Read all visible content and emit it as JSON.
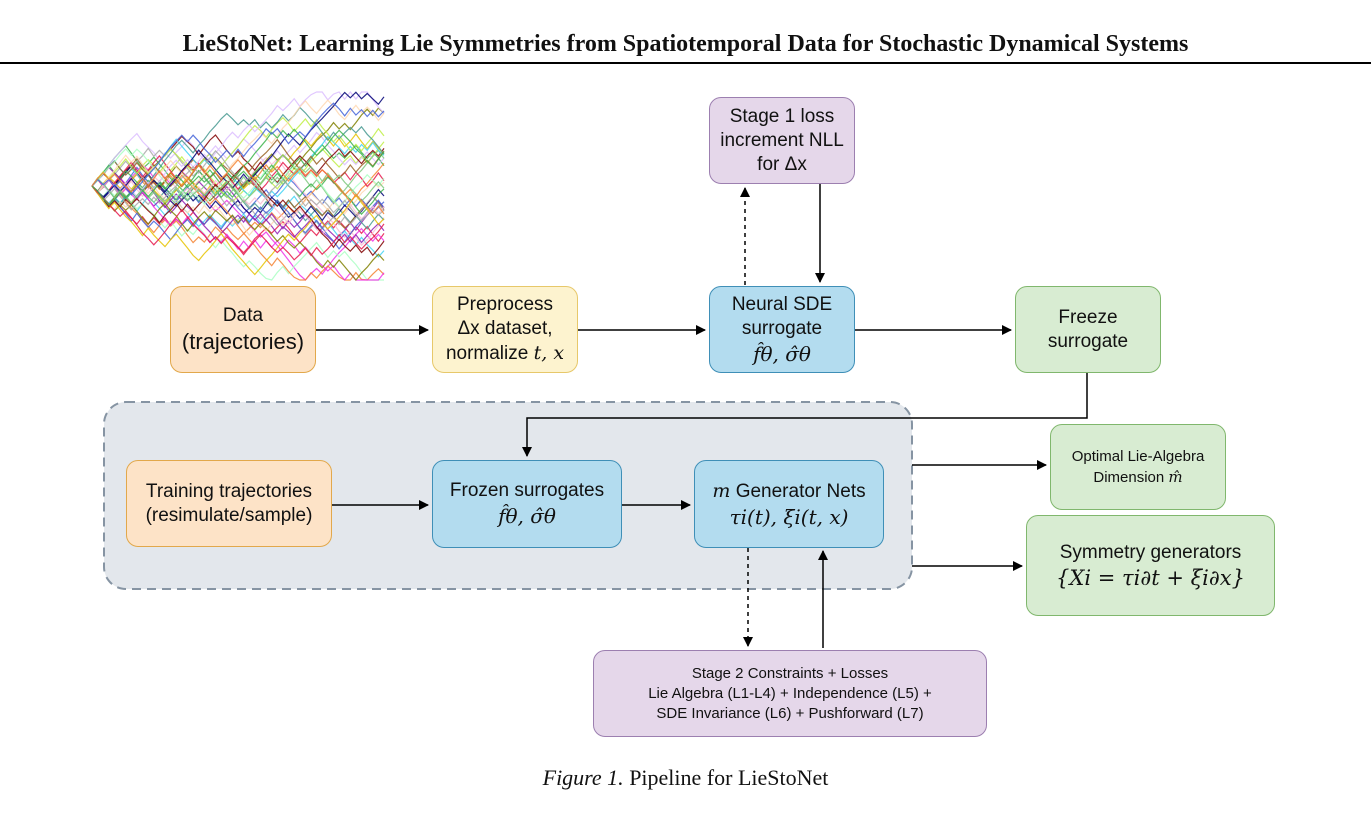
{
  "header": {
    "paper_title": "LieStoNet: Learning Lie Symmetries from Spatiotemporal Data for Stochastic Dynamical Systems"
  },
  "nodes": {
    "data": {
      "line1": "Data",
      "line2": "(trajectories)"
    },
    "preprocess": {
      "line1": "Preprocess",
      "line2": "Δx dataset,",
      "line3_text": "normalize ",
      "line3_math": "t, x"
    },
    "neural_sde": {
      "line1": "Neural SDE",
      "line2": "surrogate",
      "math": "f̂θ, σ̂θ"
    },
    "freeze": {
      "line1": "Freeze",
      "line2": "surrogate"
    },
    "stage1": {
      "line1": "Stage 1 loss",
      "line2": "increment NLL",
      "line3": "for Δx"
    },
    "training": {
      "line1": "Training trajectories",
      "line2": "(resimulate/sample)"
    },
    "frozen": {
      "line1": "Frozen surrogates",
      "math": "f̂θ, σ̂θ"
    },
    "generator": {
      "line1_math": "m",
      "line1_text": " Generator Nets",
      "math": "τi(t), ξi(t, x)"
    },
    "optimal": {
      "line1": "Optimal Lie-Algebra",
      "line2_text": "Dimension ",
      "line2_math": "m̂"
    },
    "symmetry": {
      "line1": "Symmetry generators",
      "math": "{Xi = τi∂t + ξi∂x}"
    },
    "stage2": {
      "line1": "Stage 2 Constraints + Losses",
      "line2": "Lie Algebra (L1-L4) + Independence (L5) +",
      "line3": "SDE Invariance (L6) + Pushforward (L7)"
    }
  },
  "colors": {
    "trajectory_palette": [
      "#e6194b",
      "#3cb44b",
      "#4363d8",
      "#f58231",
      "#911eb4",
      "#42d4f4",
      "#f032e6",
      "#bfef45",
      "#fabed4",
      "#469990",
      "#dcbeff",
      "#9a6324",
      "#800000",
      "#aaffc3",
      "#808000",
      "#ffd8b1",
      "#000075",
      "#a9a9a9",
      "#e6c300",
      "#7fc97f"
    ]
  },
  "caption": {
    "label": "Figure 1.",
    "text": "Pipeline for LieStoNet"
  }
}
